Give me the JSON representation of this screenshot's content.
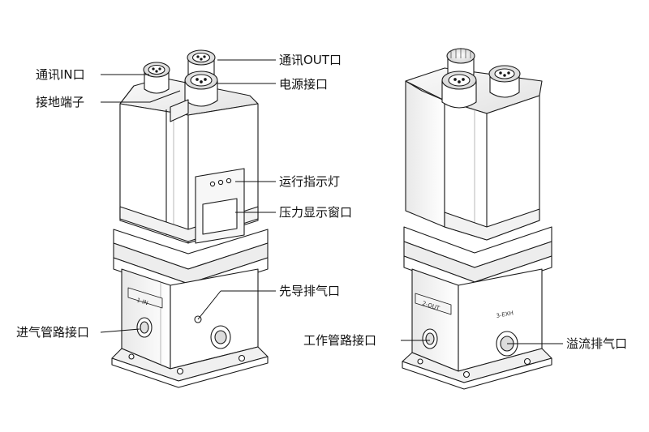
{
  "labels": {
    "comm_in": "通讯IN口",
    "comm_out": "通讯OUT口",
    "power_port": "电源接口",
    "ground_terminal": "接地端子",
    "run_indicator": "运行指示灯",
    "pressure_window": "压力显示窗口",
    "pilot_exhaust": "先导排气口",
    "inlet_pipe_port": "进气管路接口",
    "work_pipe_port": "工作管路接口",
    "relief_exhaust": "溢流排气口"
  },
  "engravings": {
    "left_inlet_mark": "1-IN",
    "right_out_mark": "2-OUT",
    "right_exh_mark": "3-EXH"
  },
  "colors": {
    "line": "#1a1a1a",
    "body": "#ffffff",
    "shade": "#d6d6d6",
    "leader": "#111111"
  }
}
